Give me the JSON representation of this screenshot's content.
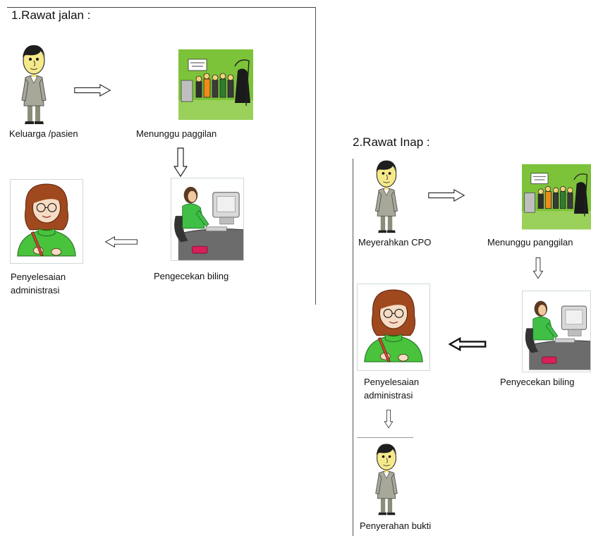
{
  "rawat_jalan": {
    "title": "1.Rawat jalan :",
    "step1": "Keluarga /pasien",
    "step2": "Menunggu paggilan",
    "step3": "Pengecekan biling",
    "step4_line1": "Penyelesaian",
    "step4_line2": "administrasi"
  },
  "rawat_inap": {
    "title": "2.Rawat Inap :",
    "step1": "Meyerahkan CPO",
    "step2": "Menunggu panggilan",
    "step3": "Penyecekan biling",
    "step4_line1": "Penyelesaian",
    "step4_line2": "administrasi",
    "step5": "Penyerahan bukti"
  },
  "colors": {
    "green_bg": "#7cc33a",
    "sweater": "#49c23c",
    "hair": "#a0481e"
  },
  "icons": [
    "man-icon",
    "waiting-queue-icon",
    "computer-user-icon",
    "writing-woman-icon",
    "arrow-right-icon",
    "arrow-left-icon",
    "arrow-down-icon"
  ]
}
